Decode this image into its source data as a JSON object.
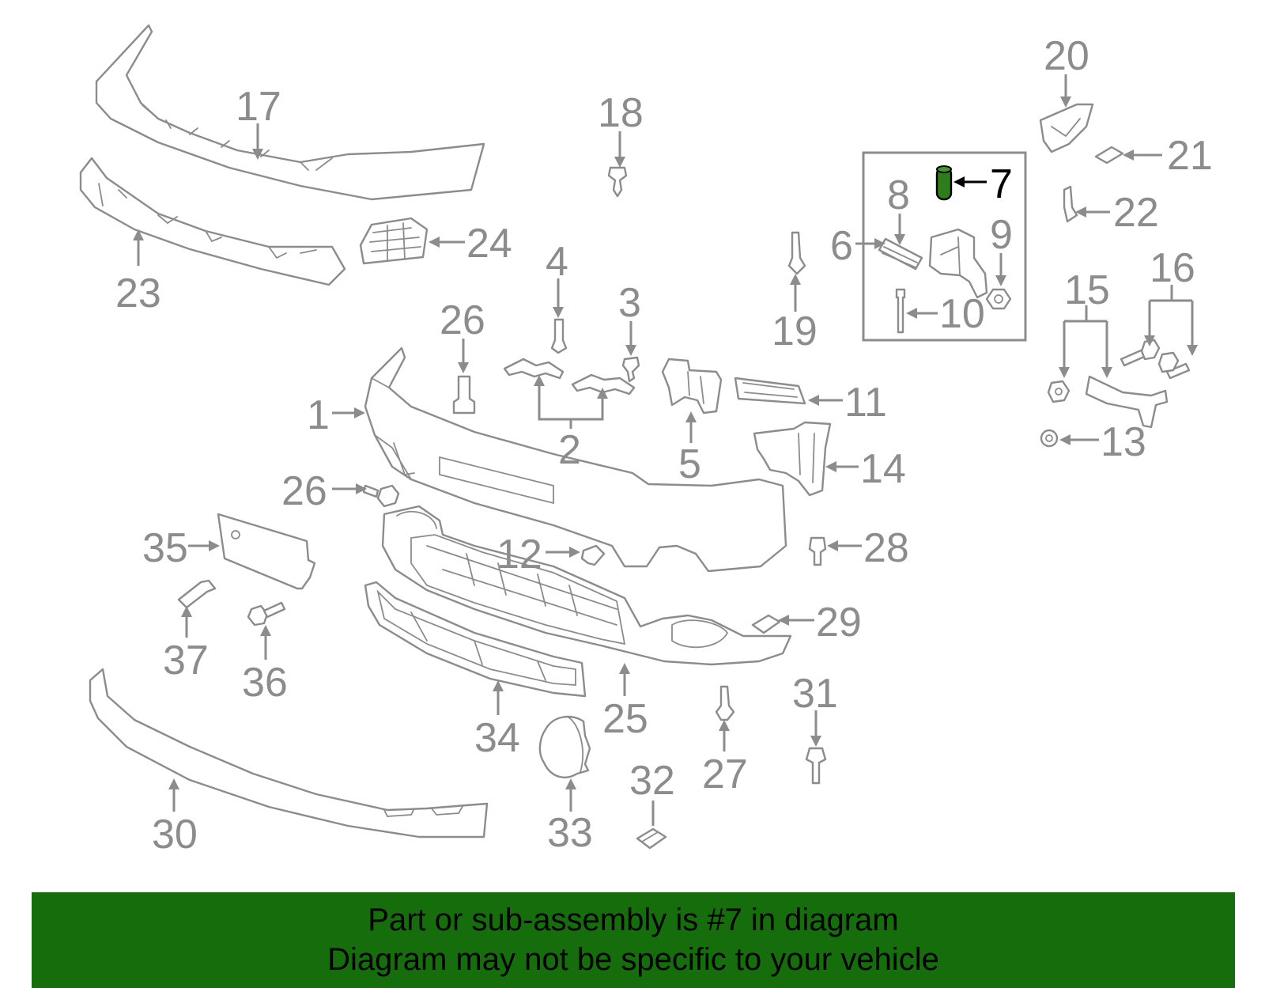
{
  "highlighted_part": "7",
  "colors": {
    "line_gray": "#8c8c8c",
    "highlight_part": "#2f7d1a",
    "banner_background": "#156e0b",
    "banner_text": "#000000"
  },
  "callouts": {
    "c1": "1",
    "c2": "2",
    "c3": "3",
    "c4": "4",
    "c5": "5",
    "c6": "6",
    "c7": "7",
    "c8": "8",
    "c9": "9",
    "c10": "10",
    "c11": "11",
    "c12": "12",
    "c13": "13",
    "c14": "14",
    "c15": "15",
    "c16": "16",
    "c17": "17",
    "c18": "18",
    "c19": "19",
    "c20": "20",
    "c21": "21",
    "c22": "22",
    "c23": "23",
    "c24": "24",
    "c25": "25",
    "c26a": "26",
    "c26b": "26",
    "c27": "27",
    "c28": "28",
    "c29": "29",
    "c30": "30",
    "c31": "31",
    "c32": "32",
    "c33": "33",
    "c34": "34",
    "c35": "35",
    "c36": "36",
    "c37": "37"
  },
  "banner": {
    "line1": "Part or sub-assembly is #7 in diagram",
    "line2": "Diagram may not be specific to your vehicle"
  }
}
